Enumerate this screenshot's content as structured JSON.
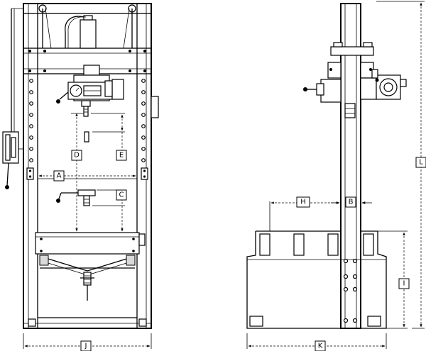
{
  "labels": {
    "A": "A",
    "B": "B",
    "C": "C",
    "D": "D",
    "E": "E",
    "H": "H",
    "I": "I",
    "J": "J",
    "K": "K",
    "L": "L"
  }
}
